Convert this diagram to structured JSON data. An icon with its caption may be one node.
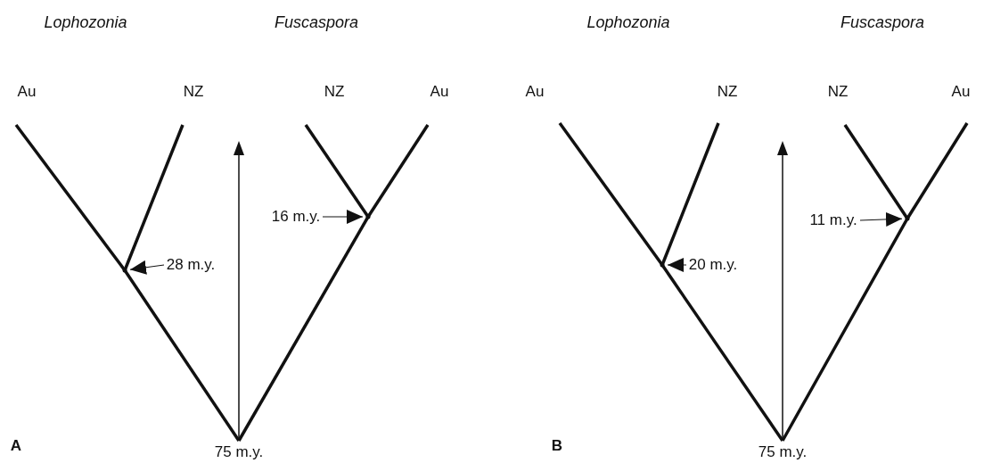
{
  "diagram": {
    "nodes": [
      {
        "text": [
          "Au"
        ]
      },
      {
        "text": [
          "NZ"
        ]
      },
      {
        "text": [
          "NZ"
        ]
      },
      {
        "text": [
          "Au"
        ]
      },
      {
        "text": [],
        "shape": "dot"
      },
      {
        "text": [],
        "shape": "dot"
      },
      {
        "text": [
          "75 m.y."
        ]
      },
      {
        "text": [
          "28 m.y."
        ]
      },
      {
        "text": [
          "16 m.y."
        ]
      },
      {
        "text": [
          "Au"
        ]
      },
      {
        "text": [
          "NZ"
        ]
      },
      {
        "text": [
          "NZ"
        ]
      },
      {
        "text": [
          "Au"
        ]
      },
      {
        "text": [],
        "shape": "dot"
      },
      {
        "text": [],
        "shape": "dot"
      },
      {
        "text": [
          "75 m.y."
        ]
      },
      {
        "text": [
          "20 m.y."
        ]
      },
      {
        "text": [
          "11 m.y."
        ]
      }
    ],
    "edges": [
      {
        "from": 0,
        "to": 4,
        "arrow": "none"
      },
      {
        "from": 1,
        "to": 4,
        "arrow": "none"
      },
      {
        "from": 4,
        "to": 6,
        "arrow": "none"
      },
      {
        "from": 2,
        "to": 5,
        "arrow": "none"
      },
      {
        "from": 3,
        "to": 5,
        "arrow": "none"
      },
      {
        "from": 5,
        "to": 6,
        "arrow": "none"
      },
      {
        "from": 7,
        "to": 4,
        "arrow": "to"
      },
      {
        "from": 8,
        "to": 5,
        "arrow": "to"
      },
      {
        "from": 9,
        "to": 13,
        "arrow": "none"
      },
      {
        "from": 10,
        "to": 13,
        "arrow": "none"
      },
      {
        "from": 13,
        "to": 15,
        "arrow": "none"
      },
      {
        "from": 11,
        "to": 14,
        "arrow": "none"
      },
      {
        "from": 12,
        "to": 14,
        "arrow": "none"
      },
      {
        "from": 14,
        "to": 15,
        "arrow": "none"
      },
      {
        "from": 16,
        "to": 13,
        "arrow": "to"
      },
      {
        "from": 17,
        "to": 14,
        "arrow": "to"
      }
    ],
    "labels": [
      "Lophozonia",
      "Fuscaspora",
      "Lophozonia",
      "Fuscaspora",
      "A",
      "B"
    ]
  }
}
